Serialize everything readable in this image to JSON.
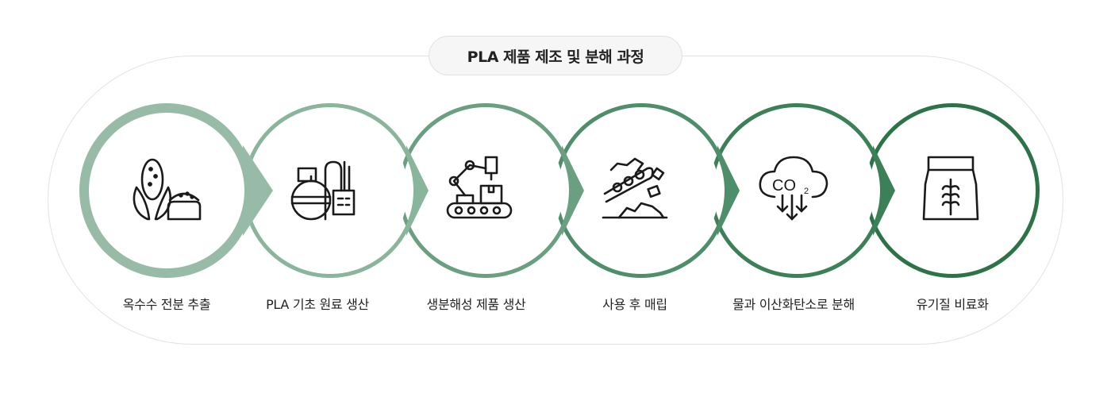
{
  "title": "PLA 제품 제조 및 분해 과정",
  "colors": [
    "#98bba8",
    "#8ab59d",
    "#6a9f82",
    "#4f8e6b",
    "#3b8056",
    "#2c7347"
  ],
  "steps": [
    {
      "label": "옥수수 전분 추출",
      "icon": "corn-starch-icon"
    },
    {
      "label": "PLA 기초 원료 생산",
      "icon": "refinery-icon"
    },
    {
      "label": "생분해성 제품 생산",
      "icon": "robot-arm-conveyor-icon"
    },
    {
      "label": "사용 후 매립",
      "icon": "landfill-conveyor-icon"
    },
    {
      "label": "물과 이산화탄소로 분해",
      "icon": "co2-cloud-icon"
    },
    {
      "label": "유기질 비료화",
      "icon": "fertilizer-bag-icon"
    }
  ],
  "co2_text": "CO",
  "co2_sub": "2"
}
